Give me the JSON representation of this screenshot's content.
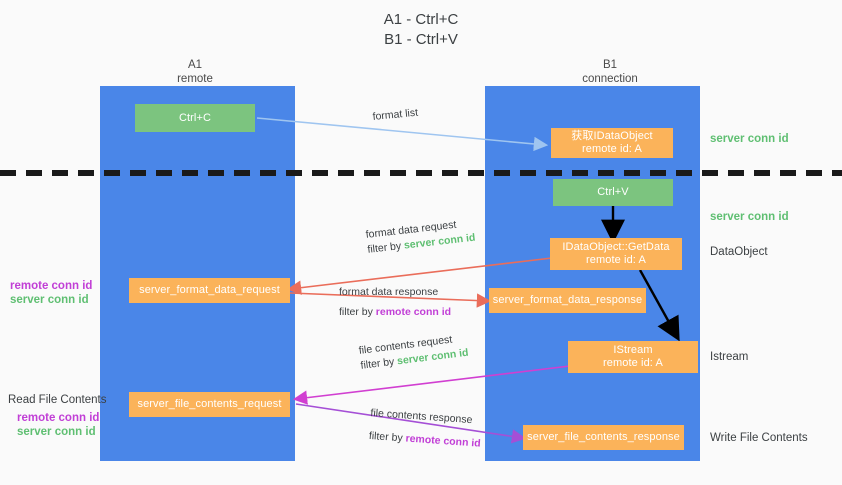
{
  "title": "A1 - Ctrl+C\nB1 - Ctrl+V",
  "columns": [
    {
      "name": "A1",
      "sub": "remote",
      "header": "A1\nremote"
    },
    {
      "name": "B1",
      "sub": "connection",
      "header": "B1\nconnection"
    }
  ],
  "nodes": {
    "ctrl_c": "Ctrl+C",
    "ctrl_v": "Ctrl+V",
    "get_idataobject": "获取IDataObject\nremote id: A",
    "idataobject_getdata": "IDataObject::GetData\nremote id: A",
    "istream": "IStream\nremote id: A",
    "server_format_data_request": "server_format_data_request",
    "server_format_data_response": "server_format_data_response",
    "server_file_contents_request": "server_file_contents_request",
    "server_file_contents_response": "server_file_contents_response"
  },
  "edges": {
    "format_list": "format list",
    "format_data_request_l1": "format data request",
    "format_data_request_l2_prefix": "filter by ",
    "format_data_request_l2_key": "server conn id",
    "format_data_response_l1": "format data response",
    "format_data_response_l2_prefix": "filter by ",
    "format_data_response_l2_key": "remote conn id",
    "file_contents_request_l1": "file contents request",
    "file_contents_request_l2_prefix": "filter by ",
    "file_contents_request_l2_key": "server conn id",
    "file_contents_response_l1": "file contents response",
    "file_contents_response_l2_prefix": "filter by ",
    "file_contents_response_l2_key": "remote conn id"
  },
  "right_labels": {
    "server_conn_id_top": "server conn id",
    "server_conn_id_mid": "server conn id",
    "dataobject": "DataObject",
    "istream": "Istream",
    "write_file_contents": "Write File Contents"
  },
  "left_labels": {
    "remote_conn_id_1": "remote conn id",
    "server_conn_id_1": "server conn id",
    "read_file_contents": "Read File Contents",
    "remote_conn_id_2": "remote conn id",
    "server_conn_id_2": "server conn id"
  },
  "colors": {
    "lane": "#4a86e8",
    "green_box": "#7cc47f",
    "orange_box": "#fbb35a",
    "server_conn_id": "#5fbf72",
    "remote_conn_id": "#c13fd6",
    "arrow_blue": "#9fc5f0",
    "arrow_red": "#ea6d5a",
    "arrow_magenta": "#d13fd1",
    "arrow_purple": "#a54fd6",
    "arrow_black": "#000000",
    "background": "#fafafa"
  }
}
